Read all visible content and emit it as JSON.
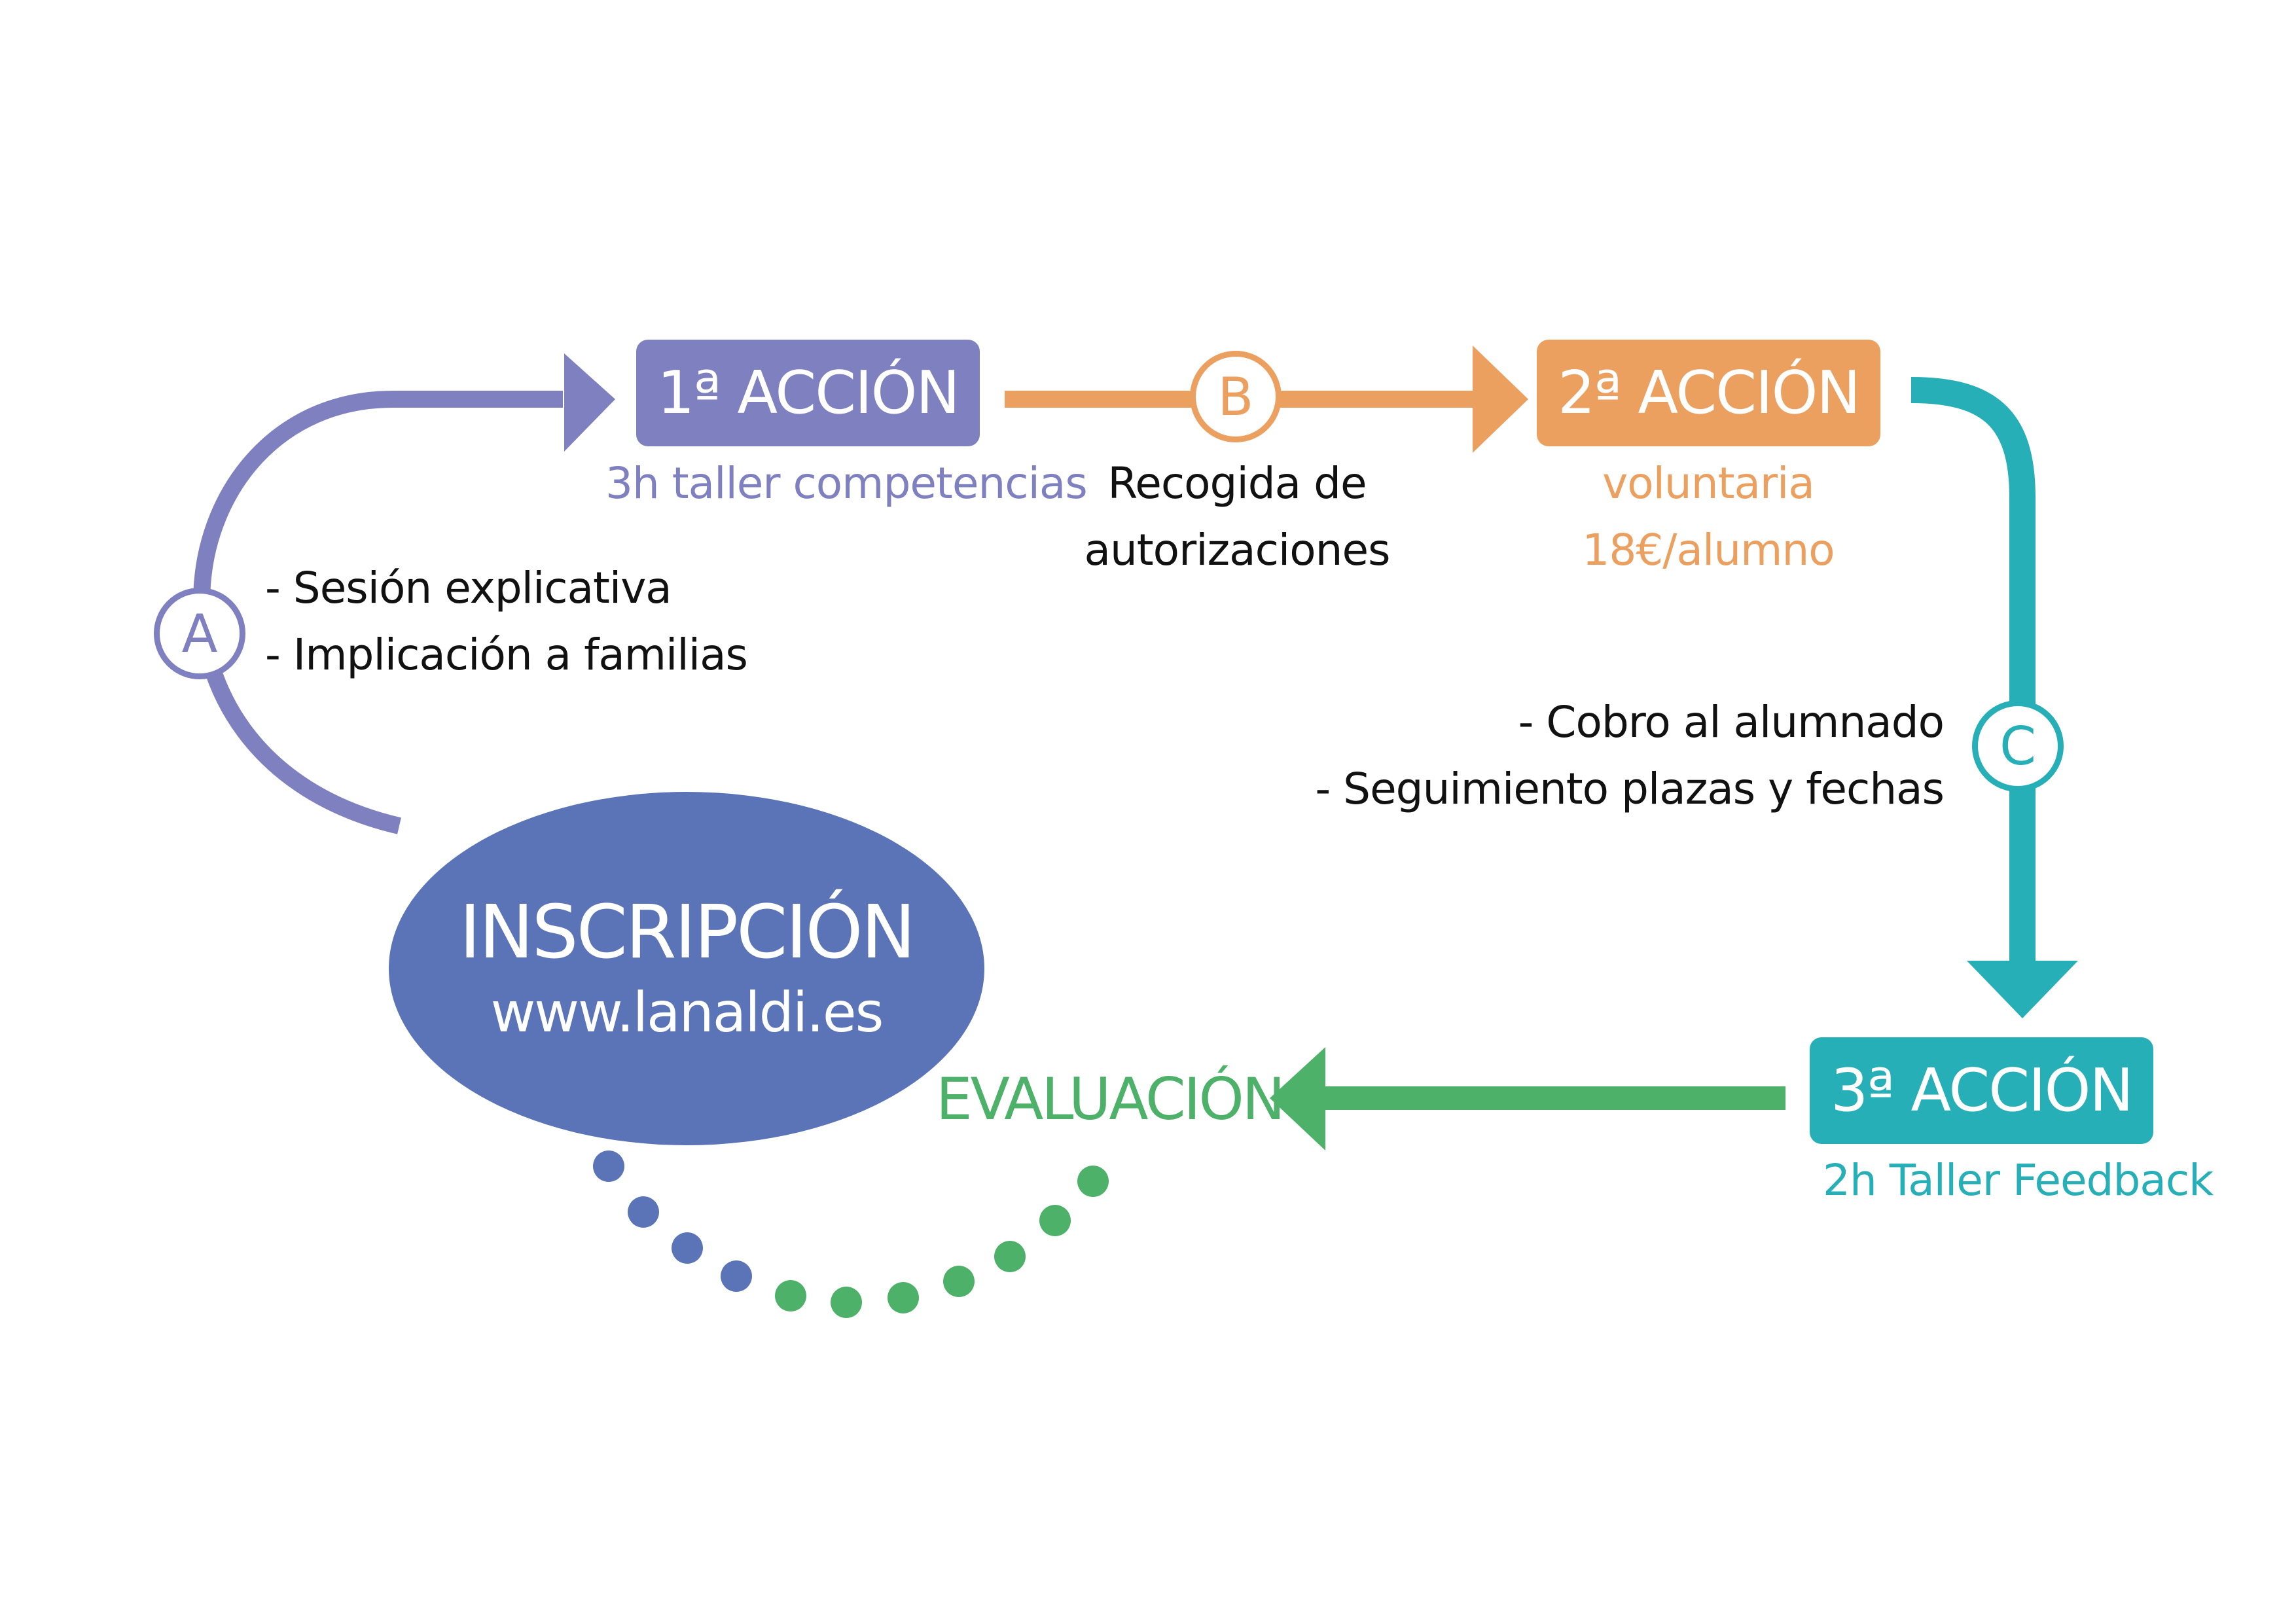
{
  "colors": {
    "purple": "#7f80bf",
    "blue": "#5b74b7",
    "orange": "#eba060",
    "teal": "#27afb8",
    "green": "#4db169",
    "text": "#111111"
  },
  "nodes": {
    "inscripcion": {
      "title": "INSCRIPCIÓN",
      "url": "www.lanaldi.es"
    },
    "accion1": {
      "label": "1ª ACCIÓN",
      "sub": "3h taller competencias"
    },
    "accion2": {
      "label": "2ª ACCIÓN",
      "sub1": "voluntaria",
      "sub2": "18€/alumno"
    },
    "accion3": {
      "label": "3ª ACCIÓN",
      "sub": "2h Taller Feedback"
    },
    "evaluacion": {
      "label": "EVALUACIÓN"
    }
  },
  "steps": {
    "a": {
      "letter": "A",
      "notes": [
        "- Sesión explicativa",
        "- Implicación a familias"
      ]
    },
    "b": {
      "letter": "B",
      "notes": [
        "Recogida de",
        "autorizaciones"
      ]
    },
    "c": {
      "letter": "C",
      "notes": [
        "- Cobro al alumnado",
        "- Seguimiento plazas y fechas"
      ]
    }
  }
}
